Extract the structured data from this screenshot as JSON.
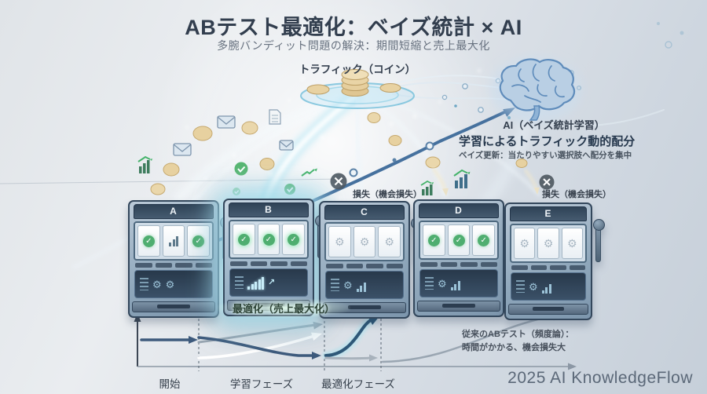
{
  "header": {
    "title": "ABテスト最適化：ベイズ統計 × AI",
    "subtitle": "多腕バンディット問題の解決：期間短縮と売上最大化"
  },
  "traffic": {
    "label": "トラフィック（コイン）"
  },
  "ai": {
    "label": "AI（ベイズ統計学習）",
    "allocation_title": "学習によるトラフィック動的配分",
    "allocation_note": "ベイズ更新：当たりやすい選択肢へ配分を集中"
  },
  "loss": {
    "left": "損失（機会損失）",
    "right": "損失（機会損失）"
  },
  "machines": [
    {
      "label": "A",
      "reels": [
        "check",
        "chart",
        "check"
      ]
    },
    {
      "label": "B",
      "reels": [
        "check",
        "check",
        "check"
      ],
      "highlighted": true
    },
    {
      "label": "C",
      "reels": [
        "gear",
        "gear",
        "gear"
      ]
    },
    {
      "label": "D",
      "reels": [
        "check",
        "check",
        "check"
      ]
    },
    {
      "label": "E",
      "reels": [
        "gear",
        "gear",
        "gear"
      ]
    }
  ],
  "optimized": {
    "label": "最適化（売上最大化）"
  },
  "timeline": {
    "start": "開始",
    "learning": "学習フェーズ",
    "optimization": "最適化フェーズ",
    "traditional_line1": "従来のABテスト（頻度論）：",
    "traditional_line2": "時間がかかる、機会損失大"
  },
  "footer": {
    "watermark": "2025 AI KnowledgeFlow"
  },
  "colors": {
    "background": "#d6dce3",
    "title_text": "#323e4e",
    "accent_blue": "#3f6590",
    "glow_cyan": "#bfe9f4",
    "machine_body": "#9fb4c7",
    "machine_dark": "#3b5068",
    "coin_gold": "#e3cc9a",
    "success_green": "#4fae70",
    "brain_blue": "#b9cfe4",
    "gray_arrow": "#98a5b1",
    "watermark_text": "#5b6878"
  }
}
